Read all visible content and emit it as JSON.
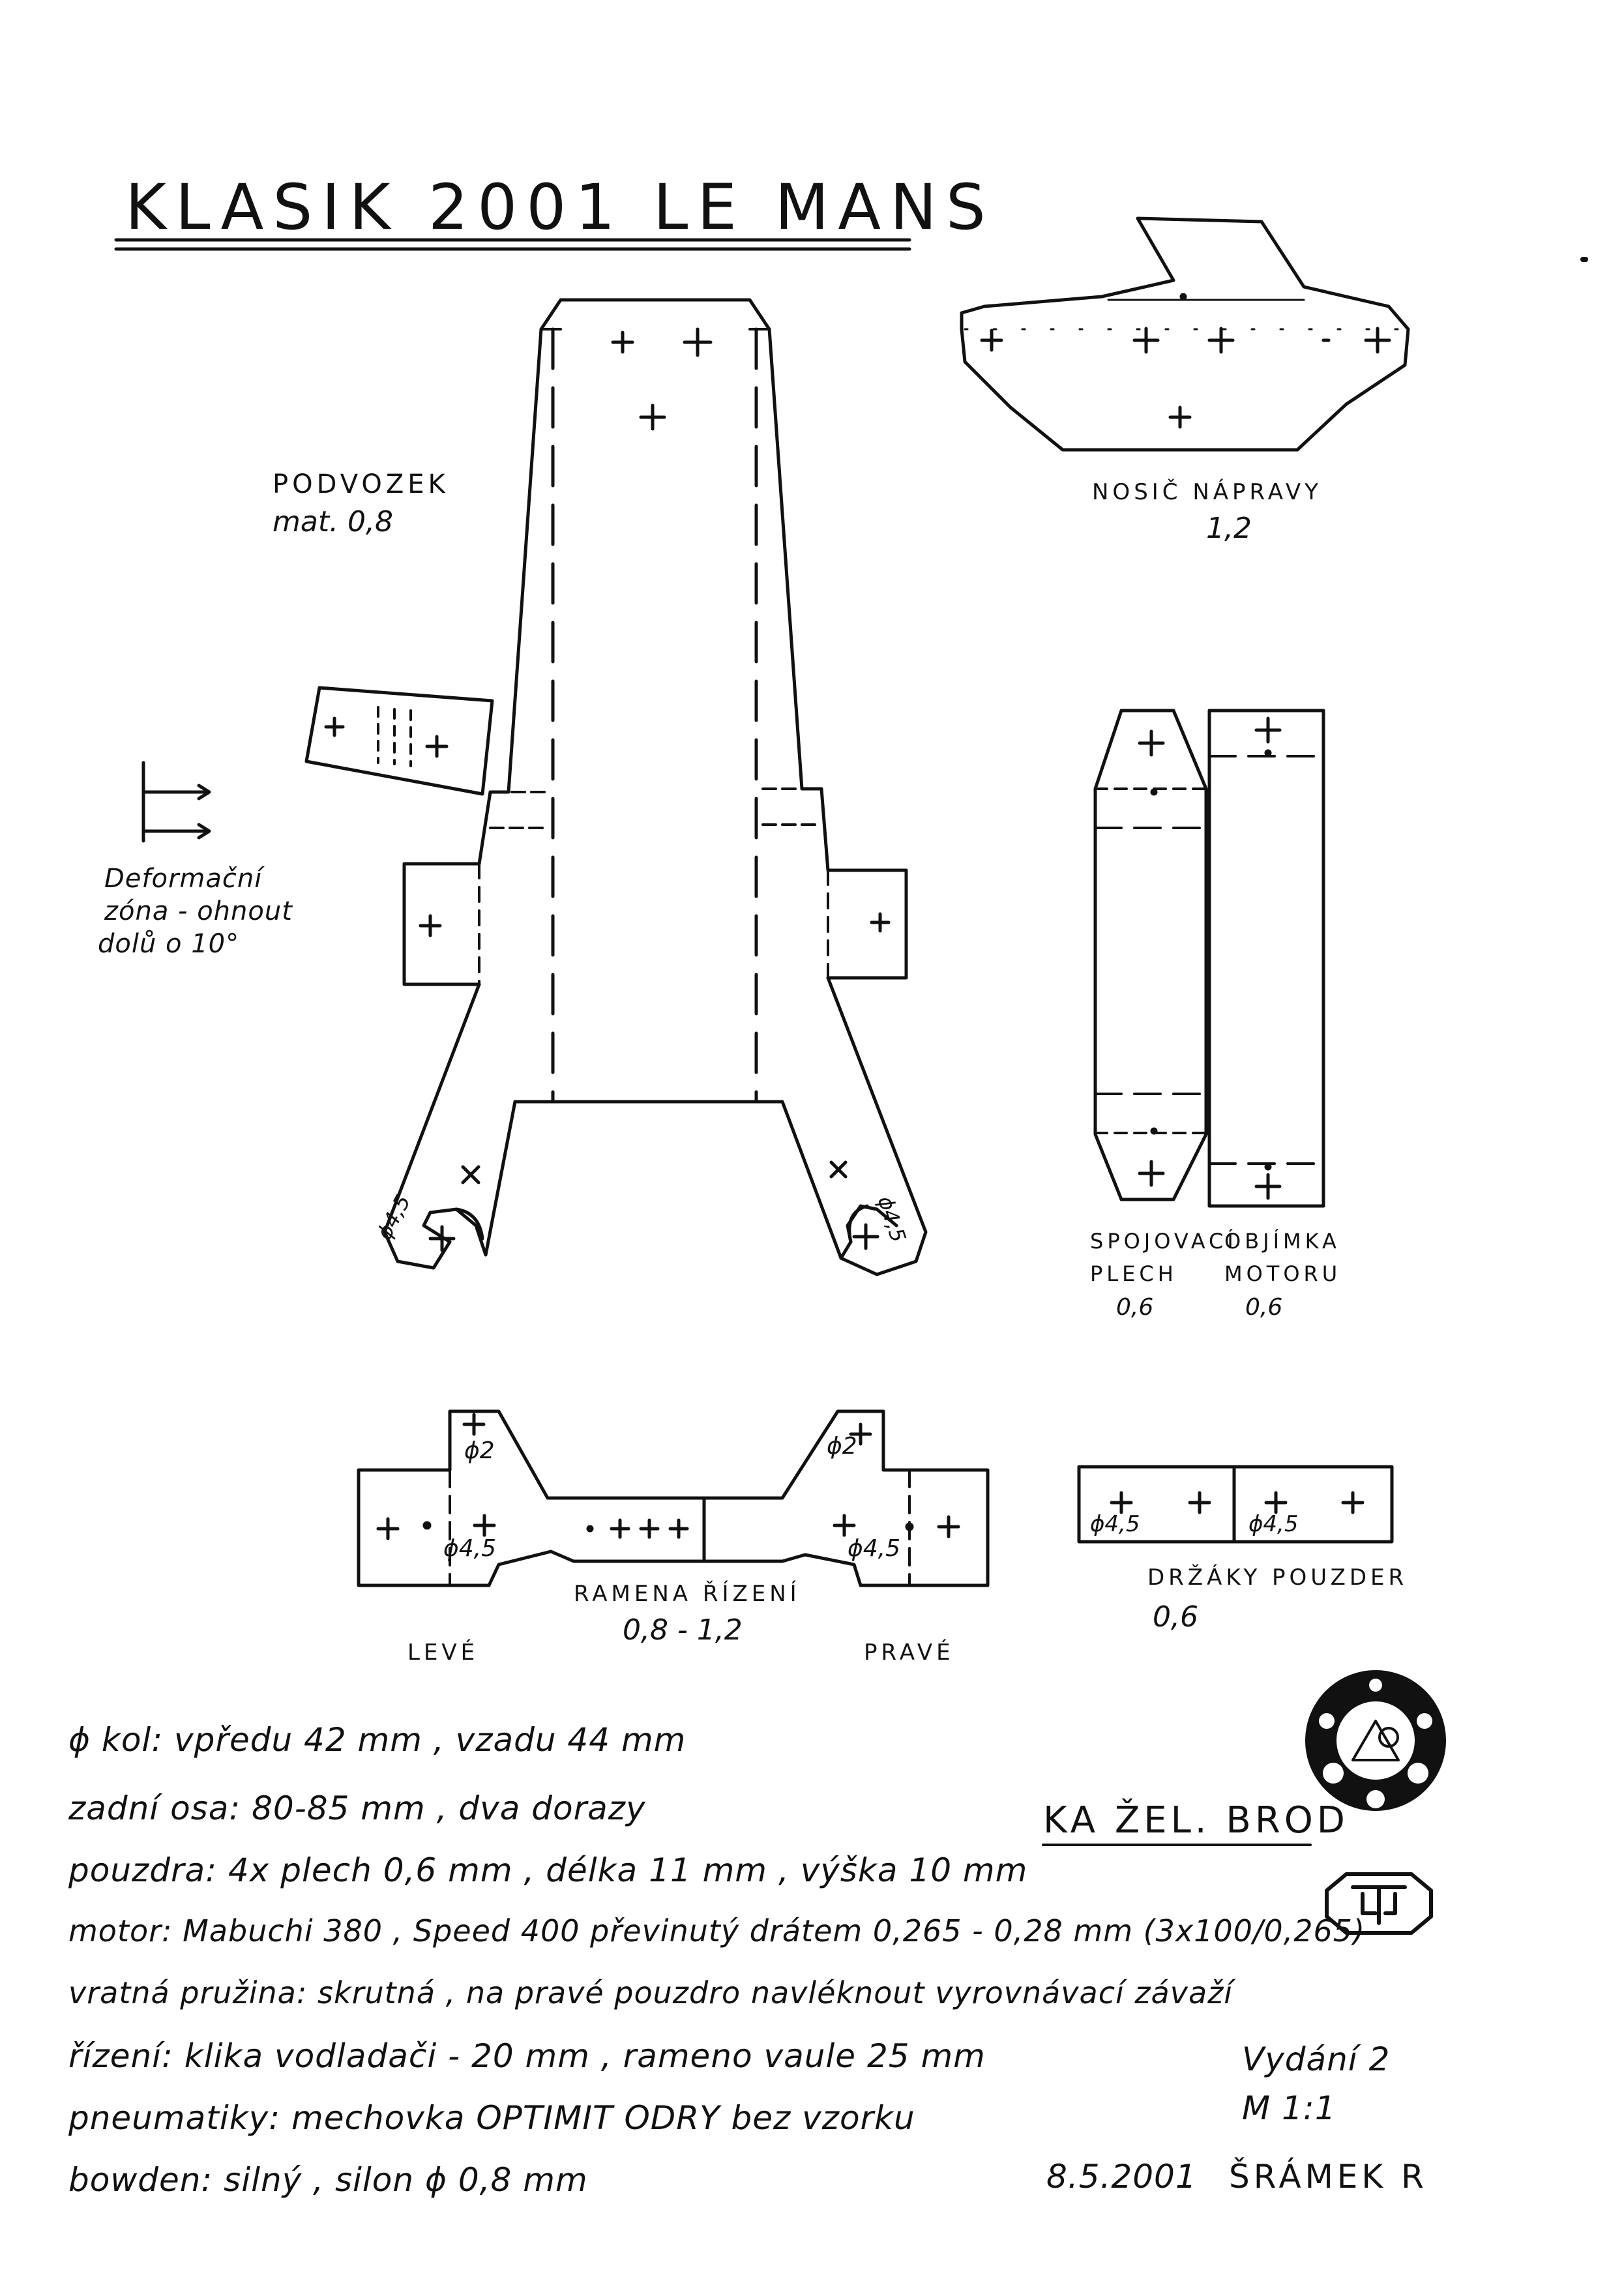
{
  "title": "KLASIK 2001 LE MANS",
  "parts": {
    "chassis": {
      "name": "PODVOZEK",
      "material": "mat. 0,8"
    },
    "deformation_zone": [
      "Deformační",
      "zóna - ohnout",
      "dolů o 10°"
    ],
    "axle_carrier": {
      "name": "NOSIČ NÁPRAVY",
      "material": "1,2"
    },
    "connecting_plate": {
      "name_line1": "SPOJOVACÍ",
      "name_line2": "PLECH",
      "material": "0,6"
    },
    "motor_clamp": {
      "name_line1": "OBJÍMKA",
      "name_line2": "MOTORU",
      "material": "0,6"
    },
    "steering_arms": {
      "name": "RAMENA ŘÍZENÍ",
      "material": "0,8 - 1,2",
      "left": "LEVÉ",
      "right": "PRAVÉ"
    },
    "bushing_holders": {
      "name": "DRŽÁKY POUZDER",
      "material": "0,6"
    }
  },
  "dimensions": {
    "d2_left": "ϕ2",
    "d2_right": "ϕ2",
    "d45_left": "ϕ4,5",
    "d45_right": "ϕ4,5",
    "d45_holder_a": "ϕ4,5",
    "d45_holder_b": "ϕ4,5",
    "d45_slot_left": "ϕ4,5",
    "d45_slot_right": "ϕ4,5"
  },
  "notes": [
    "ϕ kol: vpředu 42 mm , vzadu 44 mm",
    "zadní osa: 80-85 mm , dva dorazy",
    "pouzdra: 4x plech 0,6 mm , délka 11 mm , výška 10 mm",
    "motor: Mabuchi 380 , Speed 400 převinutý drátem 0,265 - 0,28 mm (3x100/0,265)",
    "vratná pružina: skrutná , na pravé pouzdro navléknout vyrovnávací závaží",
    "řízení: klika vodladači - 20 mm , rameno vaule 25 mm",
    "pneumatiky: mechovka OPTIMIT ODRY bez vzorku",
    "bowden: silný , silon ϕ 0,8 mm"
  ],
  "club": "KA ŽEL. BROD",
  "edition": "Vydání 2",
  "scale": "M 1:1",
  "date": "8.5.2001",
  "author": "ŠRÁMEK R"
}
